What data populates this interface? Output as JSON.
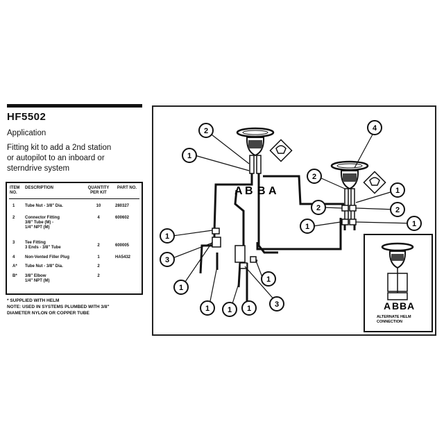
{
  "header": {
    "model": "HF5502",
    "application_label": "Application",
    "application_lines": [
      "Fitting kit to add a 2nd station",
      "or autopilot to an inboard or",
      "sterndrive system"
    ]
  },
  "parts_table": {
    "columns": [
      "ITEM NO.",
      "DESCRIPTION",
      "QUANTITY PER KIT",
      "PART NO."
    ],
    "rows": [
      {
        "item": "1",
        "description": [
          "Tube Nut - 3/8\" Dia."
        ],
        "qty": "10",
        "part": "280327"
      },
      {
        "item": "2",
        "description": [
          "Connector Fitting",
          "3/8\" Tube (M) -",
          "1/4\" NPT (M)"
        ],
        "qty": "4",
        "part": "600602"
      },
      {
        "item": "3",
        "description": [
          "Tee Fitting",
          "3 Ends - 3/8\" Tube"
        ],
        "qty": "2",
        "part": "600005"
      },
      {
        "item": "4",
        "description": [
          "Non-Vented Filler Plug"
        ],
        "qty": "1",
        "part": "HA5432"
      },
      {
        "item": "A*",
        "description": [
          "Tube Nut - 3/8\" Dia."
        ],
        "qty": "2",
        "part": ""
      },
      {
        "item": "B*",
        "description": [
          "3/8\" Elbow",
          "1/4\" NPT (M)"
        ],
        "qty": "2",
        "part": ""
      }
    ]
  },
  "notes": [
    "* SUPPLIED WITH HELM",
    "NOTE: USED IN SYSTEMS PLUMBED WITH 3/8\"",
    "DIAMETER NYLON OR COPPER TUBE"
  ],
  "diagram": {
    "port_labels": [
      "A",
      "B",
      "B",
      "A"
    ],
    "alt_port_labels": [
      "A",
      "B",
      "B",
      "A"
    ],
    "alt_caption": [
      "ALTERNATE HELM",
      "CONNECTION"
    ],
    "callouts": {
      "top_helm": [
        "2",
        "1"
      ],
      "right_helm": [
        "4",
        "2",
        "1",
        "2",
        "2",
        "1",
        "1"
      ],
      "lower_fittings": [
        "1",
        "3",
        "1",
        "1",
        "1",
        "1",
        "1",
        "3"
      ]
    }
  }
}
